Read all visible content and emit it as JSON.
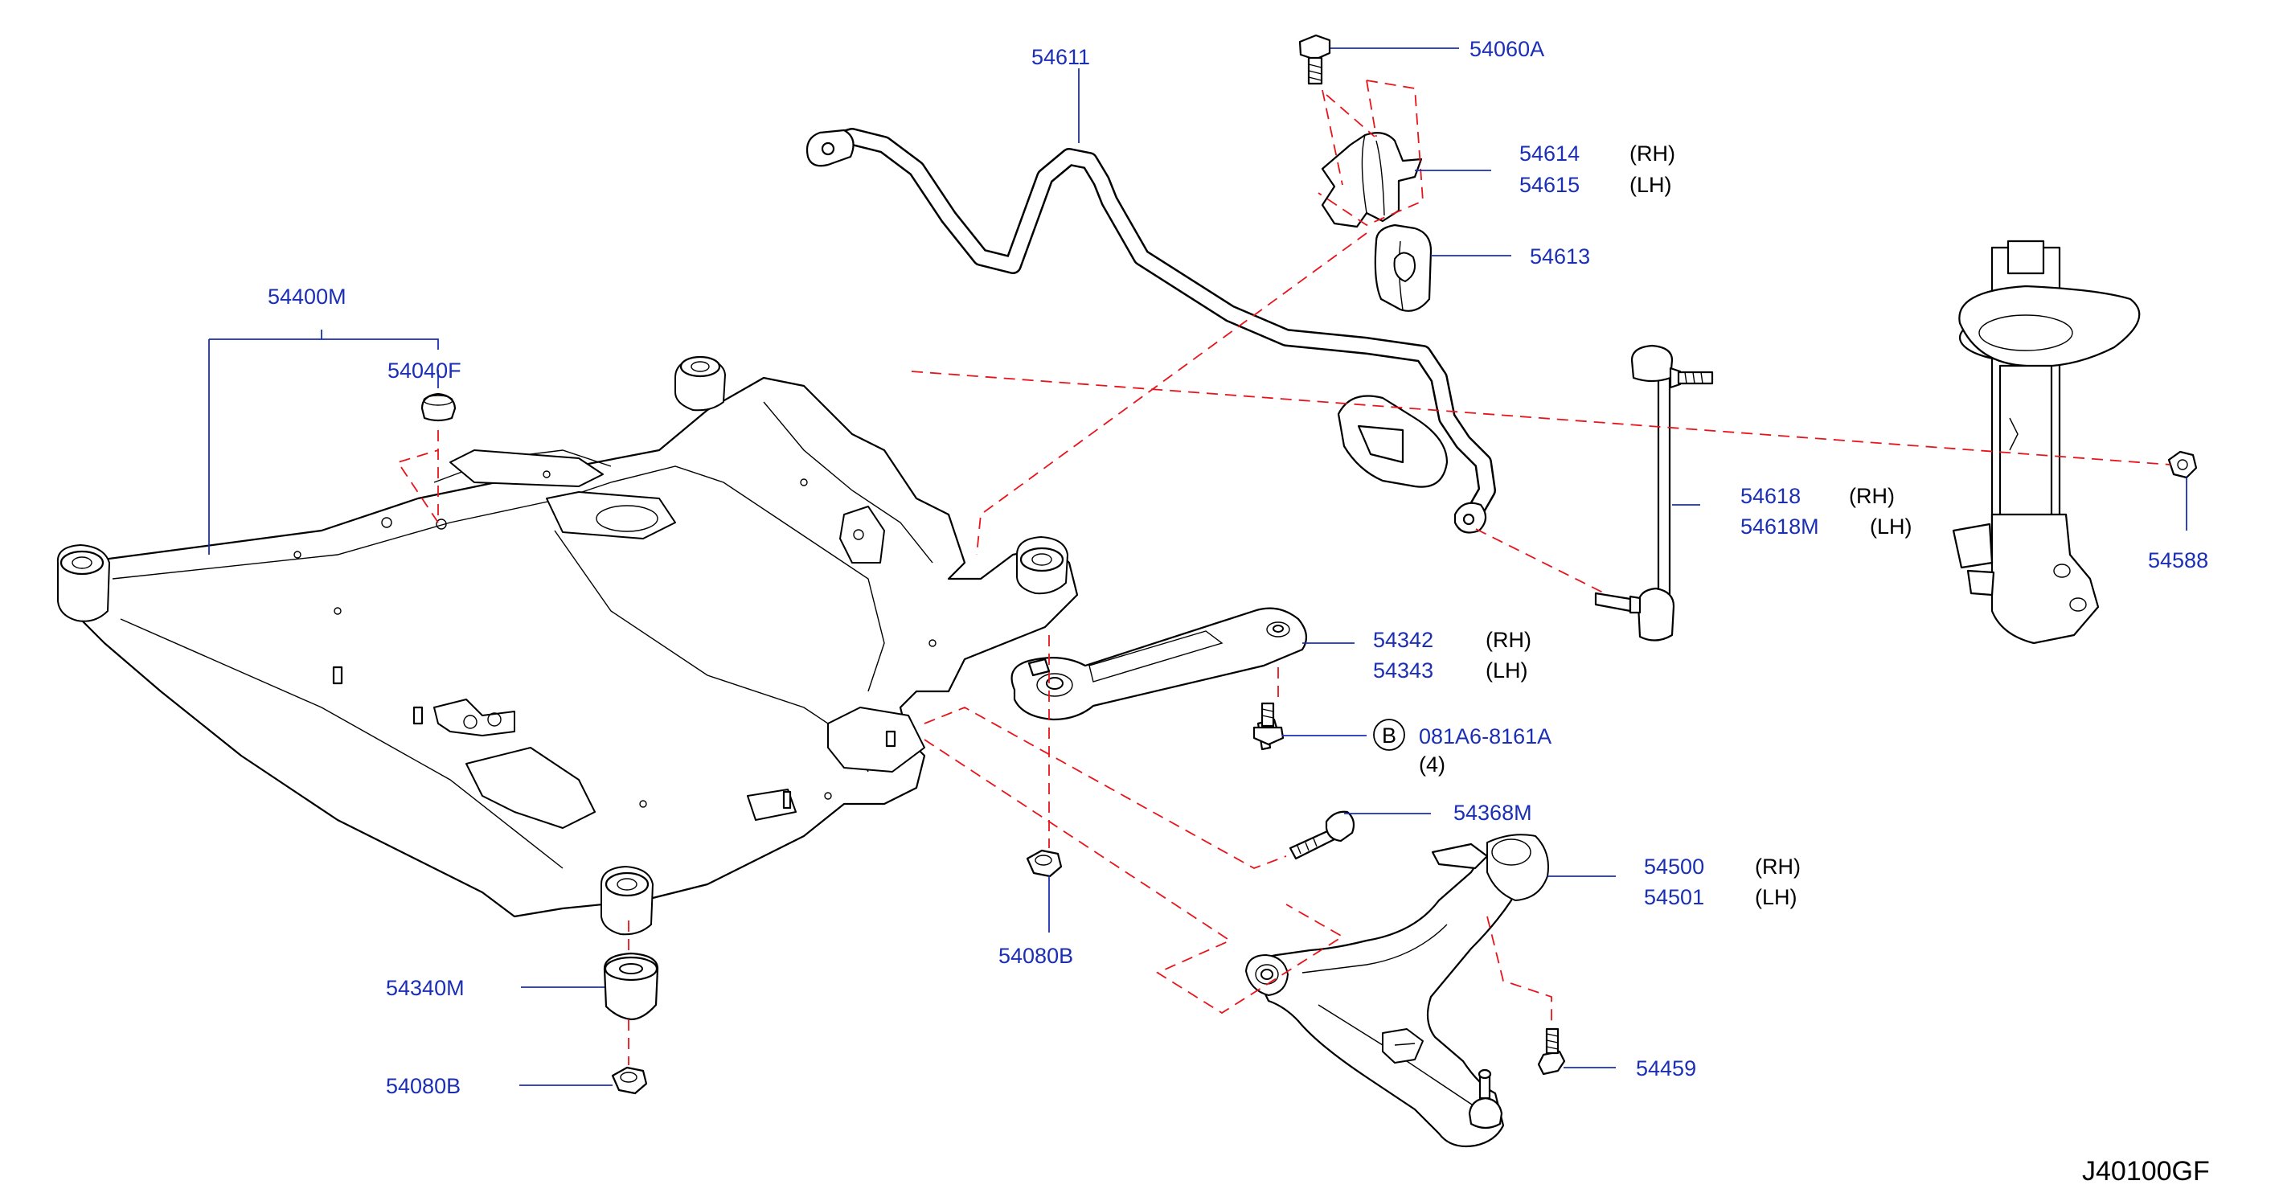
{
  "diagram_code": "J40100GF",
  "colors": {
    "part_number": "#1b2fb5",
    "leader_line": "#1b2fb5",
    "assembly_line": "#e8141b",
    "outline": "#000000"
  },
  "callouts": {
    "stabilizer_bar": {
      "number": "54611"
    },
    "bracket_bolt": {
      "number": "54060A"
    },
    "stabilizer_clamp": {
      "numbers": [
        "54614",
        "54615"
      ],
      "sides": [
        "(RH)",
        "(LH)"
      ]
    },
    "stabilizer_bushing": {
      "number": "54613"
    },
    "crossmember": {
      "number": "54400M"
    },
    "crossmember_plug": {
      "number": "54040F"
    },
    "connecting_rod": {
      "numbers": [
        "54618",
        "54618M"
      ],
      "sides": [
        "(RH)",
        "(LH)"
      ]
    },
    "connecting_rod_nut": {
      "number": "54588"
    },
    "stay": {
      "numbers": [
        "54342",
        "54343"
      ],
      "sides": [
        "(RH)",
        "(LH)"
      ]
    },
    "stay_bolt": {
      "marker": "B",
      "number": "081A6-8161A",
      "quantity": "(4)"
    },
    "link_bolt": {
      "number": "54368M"
    },
    "lower_link": {
      "numbers": [
        "54500",
        "54501"
      ],
      "sides": [
        "(RH)",
        "(LH)"
      ]
    },
    "center_nut": {
      "number": "54080B"
    },
    "mount_insulator": {
      "number": "54340M"
    },
    "mount_nut": {
      "number": "54080B"
    },
    "link_rear_bolt": {
      "number": "54459"
    }
  }
}
